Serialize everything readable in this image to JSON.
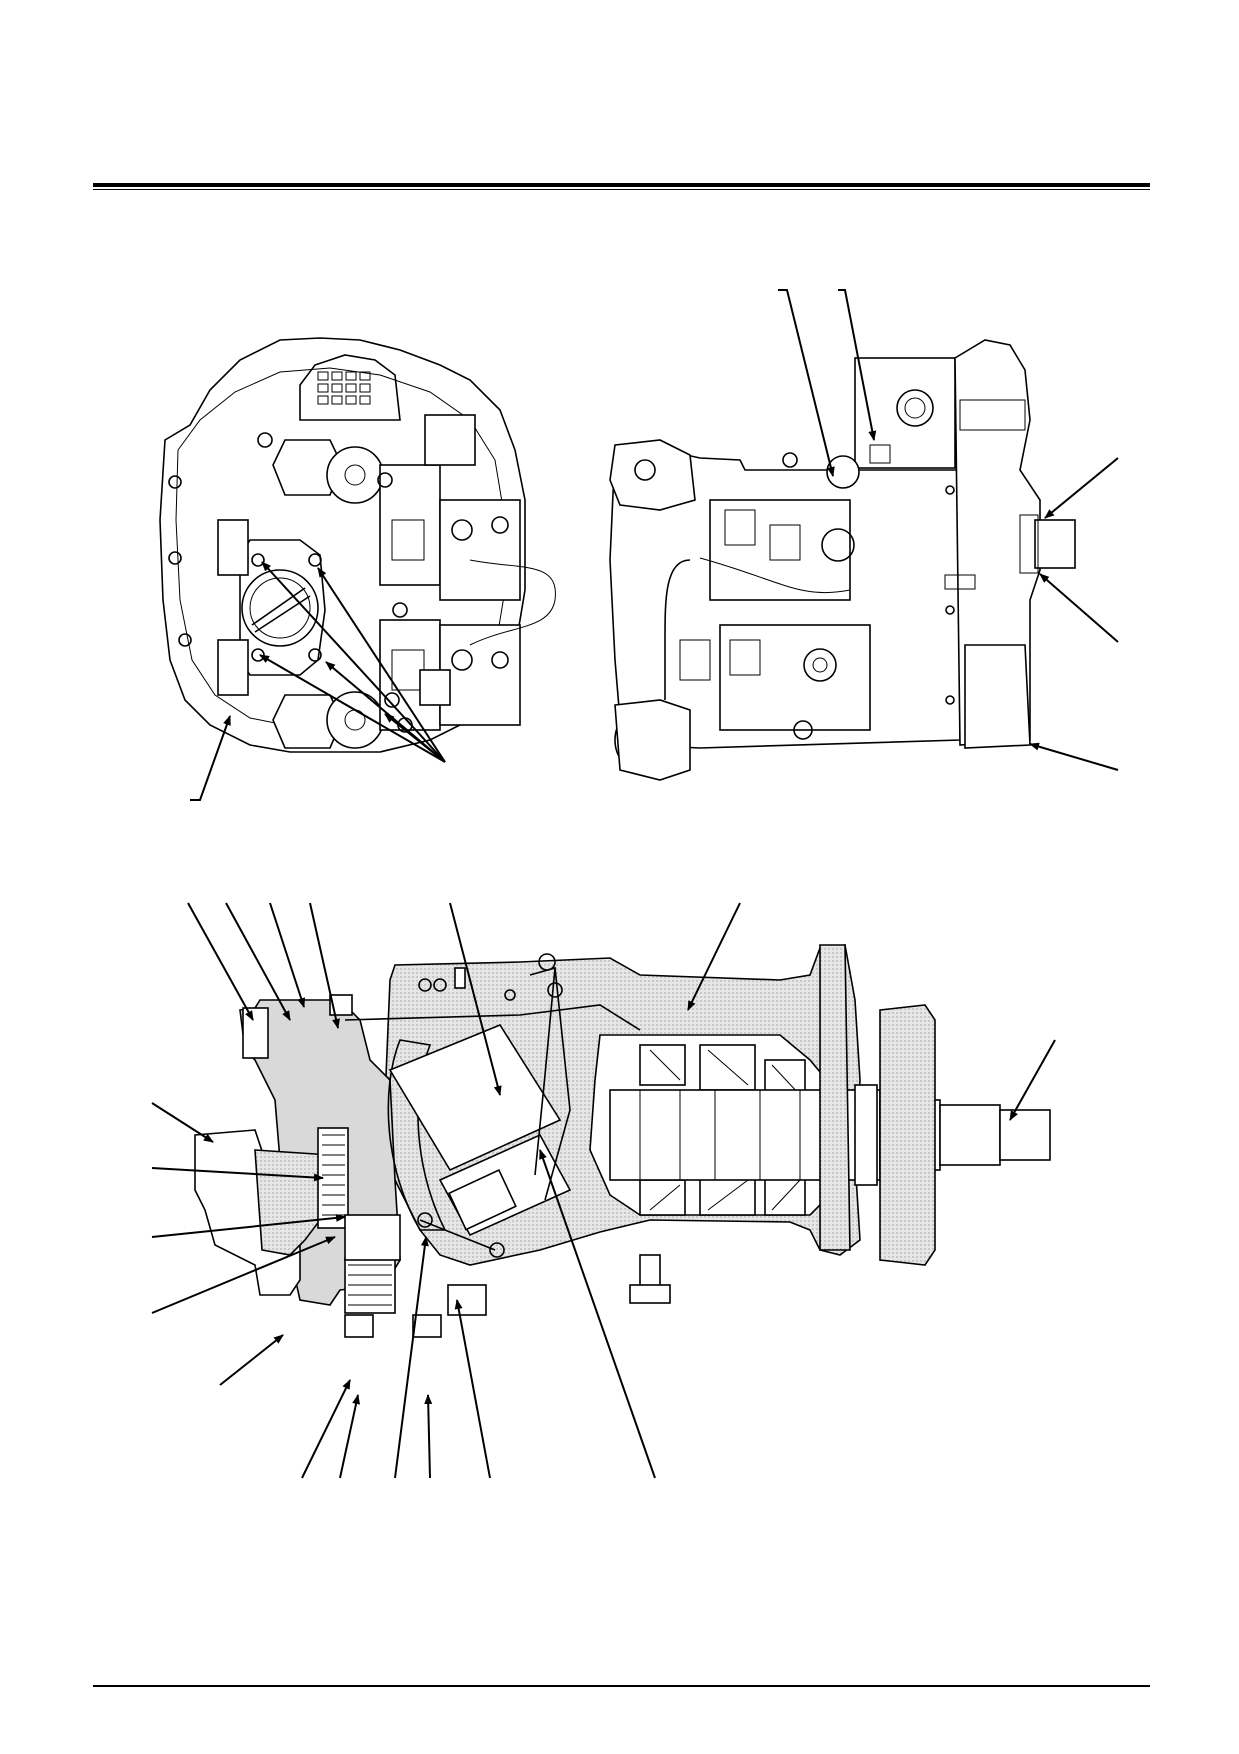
{
  "page": {
    "header_rule": "top",
    "footer_rule": "bottom"
  },
  "figures": [
    {
      "id": "front-view",
      "callouts": 0
    },
    {
      "id": "side-view",
      "callouts": 0
    },
    {
      "id": "cross-section",
      "callouts": 0
    }
  ],
  "colors": {
    "line": "#000000",
    "section_fill": "#d9d9d9",
    "background": "#ffffff"
  }
}
